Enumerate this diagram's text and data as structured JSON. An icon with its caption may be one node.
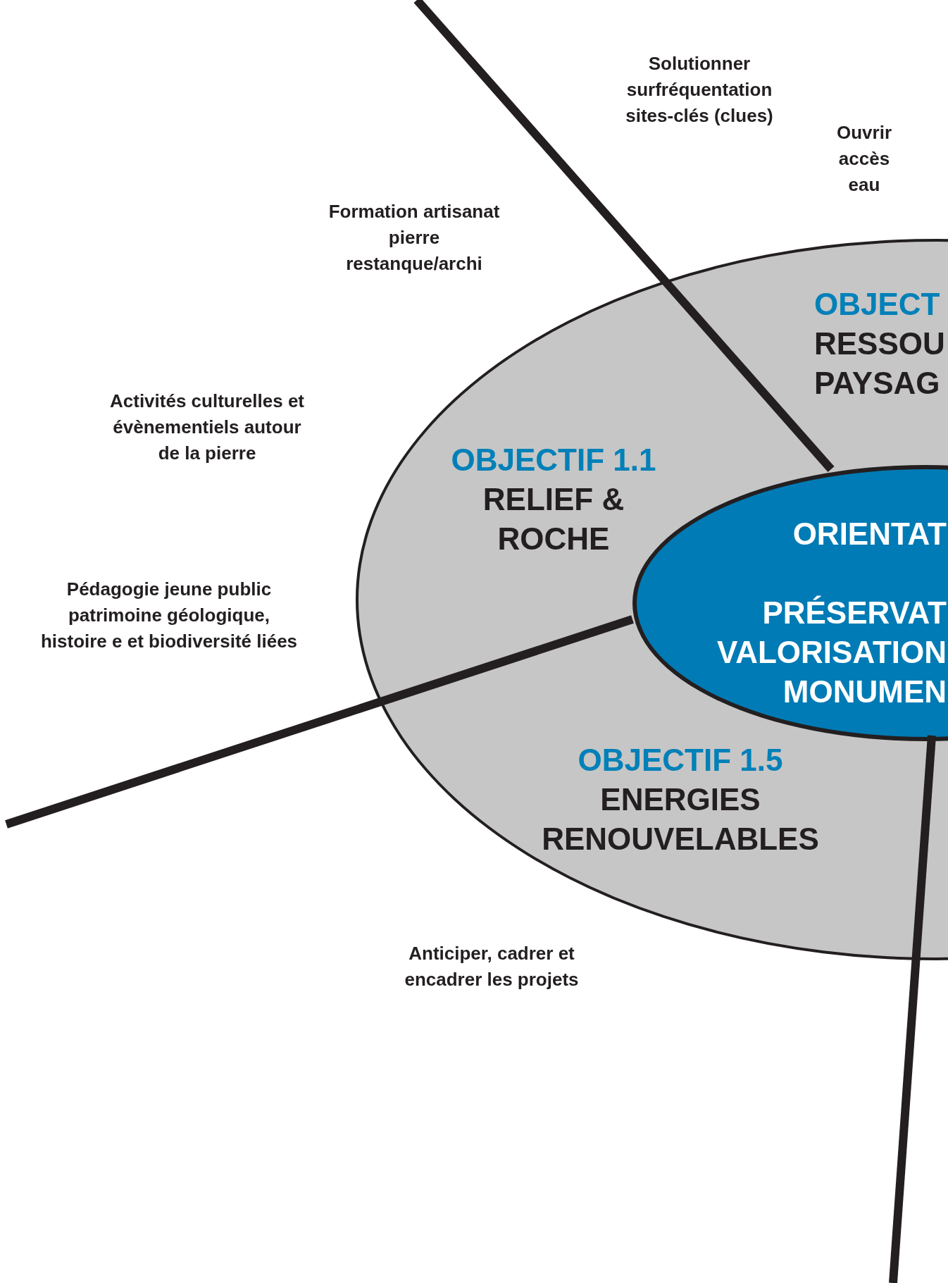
{
  "diagram": {
    "nodes": [
      {
        "text": [],
        "shape": "ellipse"
      },
      {
        "text": [
          "OBJECTIF 1.1",
          "RELIEF & ROCHE"
        ],
        "in": 0
      },
      {
        "text": [
          "OBJECT",
          "RESSOU PAYSAG"
        ],
        "in": 0
      },
      {
        "text": [
          "OBJECTIF 1.5",
          "ENERGIES RENOUVELABLES"
        ],
        "in": 0
      },
      {
        "text": [
          "ORIENTAT",
          "PRÉSERVAT VALORISATION MONUMEN"
        ],
        "in": 0
      }
    ],
    "edges": [],
    "labels": [
      "Solutionner surfréquentation sites-clés (clues)",
      "Ouvrir accès eau",
      "Formation artisanat pierre restanque/archi",
      "Activités culturelles et évènementiels autour de la pierre",
      "Pédagogie jeune public patrimoine géologique, histoire e et biodiversité liées",
      "Anticiper, cadrer et encadrer les projets"
    ]
  }
}
